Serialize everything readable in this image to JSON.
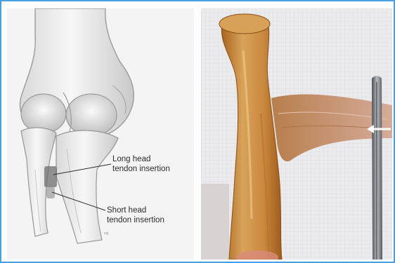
{
  "figure": {
    "left_panel": {
      "label_long_head_line1": "Long head",
      "label_long_head_line2": "tendon insertion",
      "label_short_head_line1": "Short head",
      "label_short_head_line2": "tendon insertion"
    }
  },
  "colors": {
    "frame_border": "#4a9fe0",
    "bone_fill": "#ededed",
    "bone_shadow": "#b8b8b8",
    "specimen_tissue": "#c98a42",
    "tendon": "#c79677",
    "forceps": "#6b6f73"
  }
}
